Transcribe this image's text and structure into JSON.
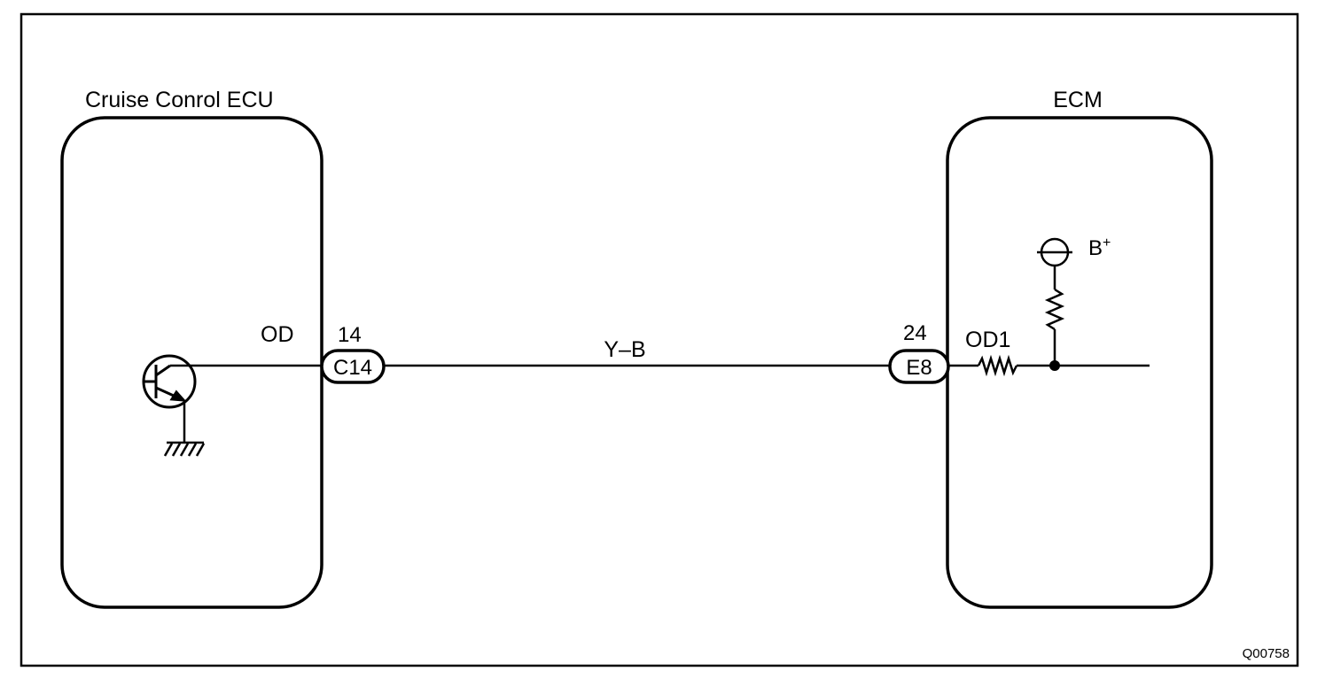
{
  "diagram": {
    "left_unit": {
      "title": "Cruise Conrol ECU",
      "terminal_name": "OD",
      "pin_number": "14",
      "connector": "C14"
    },
    "wire": {
      "color_code": "Y–B"
    },
    "right_unit": {
      "title": "ECM",
      "terminal_name": "OD1",
      "pin_number": "24",
      "connector": "E8",
      "supply_label": "B",
      "supply_superscript": "+"
    },
    "figure_id": "Q00758"
  },
  "colors": {
    "line": "#000000",
    "background": "#ffffff"
  }
}
